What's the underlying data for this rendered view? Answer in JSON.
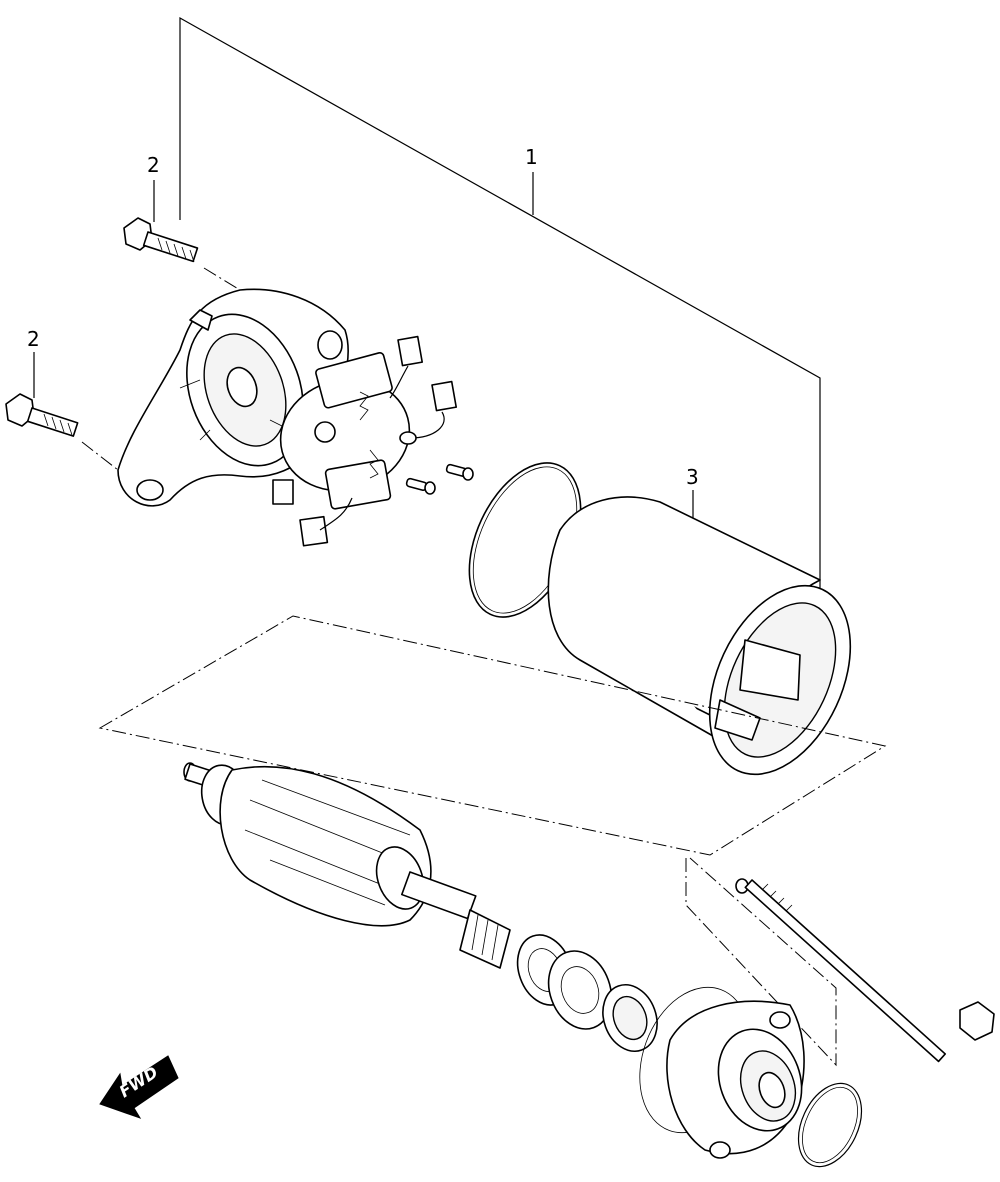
{
  "diagram": {
    "callouts": {
      "assembly": "1",
      "bolt_upper": "2",
      "bolt_lower": "2",
      "yoke": "3"
    },
    "direction_arrow": {
      "label": "FWD",
      "icon": "fwd-arrow-icon"
    }
  }
}
